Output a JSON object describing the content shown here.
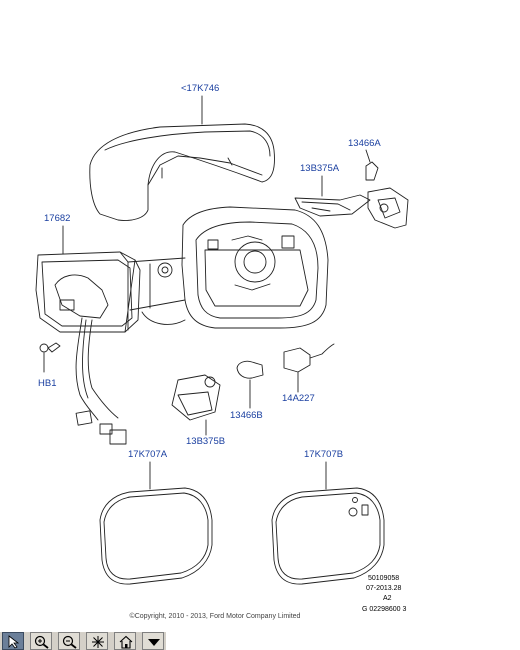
{
  "callouts": {
    "cover": "<17K746",
    "turn_lamp_upper": "13B375A",
    "bulb_upper": "13466A",
    "housing": "17682",
    "screw": "HB1",
    "puddle_lamp": "13B375B",
    "bulb_lower": "13466B",
    "socket": "14A227",
    "glass_left": "17K707A",
    "glass_right": "17K707B"
  },
  "meta": {
    "code": "50109058",
    "date": "07-2013.28",
    "rev": "A2",
    "ref": "G 02298600 3"
  },
  "copyright": "©Copyright, 2010 - 2013, Ford Motor Company Limited",
  "toolbar": [
    "select-tool",
    "zoom-in",
    "zoom-out",
    "highlight",
    "home",
    "menu"
  ]
}
